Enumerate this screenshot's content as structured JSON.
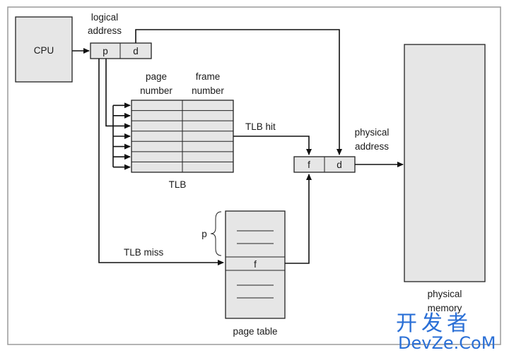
{
  "diagram": {
    "cpu_label": "CPU",
    "logical_address_label": [
      "logical",
      "address"
    ],
    "page_field": "p",
    "offset_field": "d",
    "tlb_col_page_label": [
      "page",
      "number"
    ],
    "tlb_col_frame_label": [
      "frame",
      "number"
    ],
    "tlb_label": "TLB",
    "tlb_hit_label": "TLB hit",
    "tlb_miss_label": "TLB miss",
    "frame_field": "f",
    "physical_offset_field": "d",
    "physical_address_label": [
      "physical",
      "address"
    ],
    "page_table_label": "page table",
    "page_table_p_label": "p",
    "page_table_entry_label": "f",
    "physical_memory_label": [
      "physical",
      "memory"
    ],
    "tlb_rows": 7
  },
  "watermark": {
    "chinese": "开发者",
    "latin": "DevZe.CoM"
  }
}
